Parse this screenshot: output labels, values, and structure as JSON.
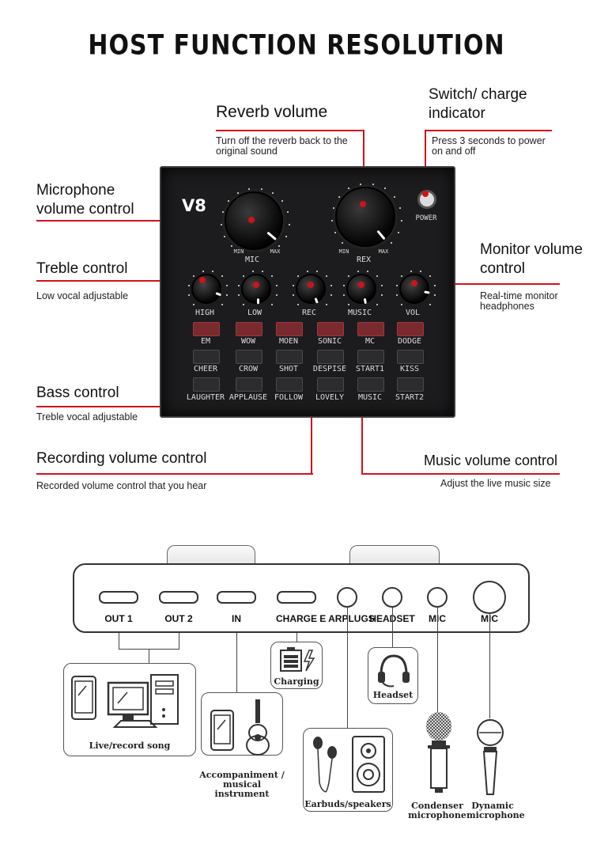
{
  "title": "HOST FUNCTION RESOLUTION",
  "labels": {
    "reverb": {
      "title": "Reverb volume",
      "desc": "Turn off the reverb back to the original sound"
    },
    "switch": {
      "title": "Switch/ charge indicator",
      "desc": "Press 3 seconds to power on and off"
    },
    "mic": {
      "title": "Microphone volume control"
    },
    "treble": {
      "title": "Treble control",
      "desc": "Low vocal adjustable"
    },
    "monitor": {
      "title": "Monitor volume control",
      "desc": "Real-time monitor headphones"
    },
    "bass": {
      "title": "Bass control",
      "desc": "Treble vocal adjustable"
    },
    "recording": {
      "title": "Recording volume control",
      "desc": "Recorded volume control that you hear"
    },
    "music": {
      "title": "Music volume control",
      "desc": "Adjust the live music size"
    }
  },
  "device": {
    "model": "V8",
    "power": "POWER",
    "mic_knob": {
      "label": "MIC",
      "min": "MIN",
      "max": "MAX"
    },
    "rex_knob": {
      "label": "REX",
      "min": "MIN",
      "max": "MAX"
    },
    "small_knobs": [
      "HIGH",
      "LOW",
      "REC",
      "MUSIC",
      "VOL"
    ],
    "button_rows": [
      [
        "EM",
        "WOW",
        "MOEN",
        "SONIC",
        "MC",
        "DODGE"
      ],
      [
        "CHEER",
        "CROW",
        "SHOT",
        "DESPISE",
        "START1",
        "KISS"
      ],
      [
        "LAUGHTER",
        "APPLAUSE",
        "FOLLOW",
        "LOVELY",
        "MUSIC",
        "START2"
      ]
    ]
  },
  "ports": [
    "OUT 1",
    "OUT 2",
    "IN",
    "CHARGE",
    "E ARPLUGS",
    "HEADSET",
    "MIC",
    "MIC"
  ],
  "peripherals": {
    "live": "Live/record song",
    "charging": "Charging",
    "headset": "Headset",
    "accompaniment": "Accompaniment / musical instrument",
    "earbuds": "Earbuds/speakers",
    "condenser": "Condenser microphone",
    "dynamic": "Dynamic microphone"
  },
  "colors": {
    "accent": "#d0121b",
    "device": "#1c1c1e",
    "effect_button": "#7a2a2e"
  }
}
